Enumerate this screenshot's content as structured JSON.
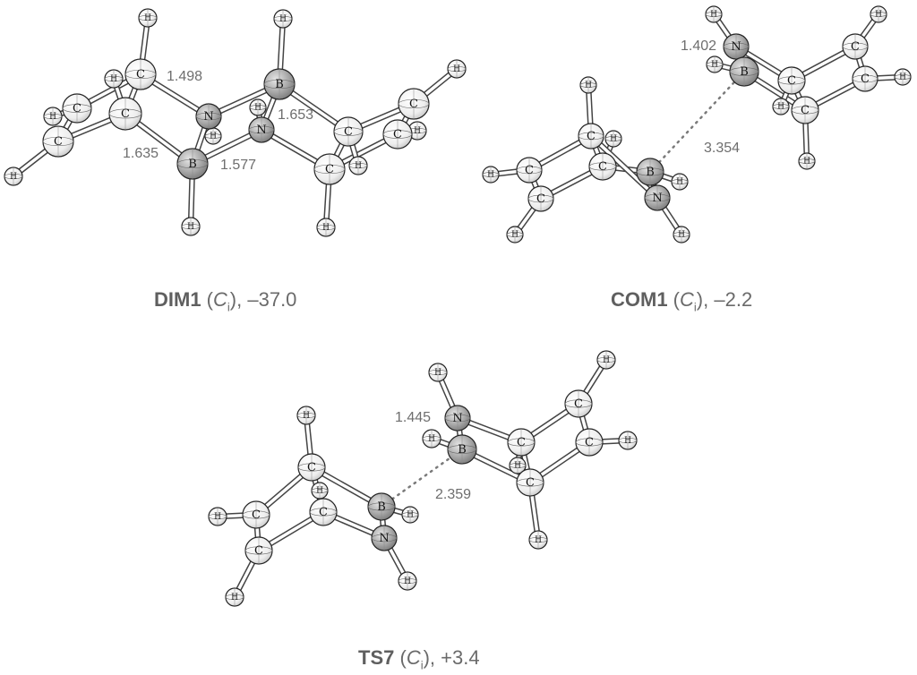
{
  "structures": [
    {
      "id": "DIM1",
      "caption": {
        "name": "DIM1",
        "symmetry": "C",
        "symmetry_sub": "i",
        "energy": "–37.0"
      },
      "distances": [
        "1.498",
        "1.653",
        "1.635",
        "1.577"
      ]
    },
    {
      "id": "COM1",
      "caption": {
        "name": "COM1",
        "symmetry": "C",
        "symmetry_sub": "i",
        "energy": "–2.2"
      },
      "distances": [
        "1.402",
        "3.354"
      ]
    },
    {
      "id": "TS7",
      "caption": {
        "name": "TS7",
        "symmetry": "C",
        "symmetry_sub": "i",
        "energy": "+3.4"
      },
      "distances": [
        "1.445",
        "2.359"
      ]
    }
  ],
  "atom_symbols": {
    "C": "C",
    "H": "H",
    "B": "B",
    "N": "N"
  },
  "colors": {
    "light_atom": "#f4f4f4",
    "heavy_atom": "#9a9a9a",
    "bond": "#444444",
    "text": "#6a6a6a"
  }
}
